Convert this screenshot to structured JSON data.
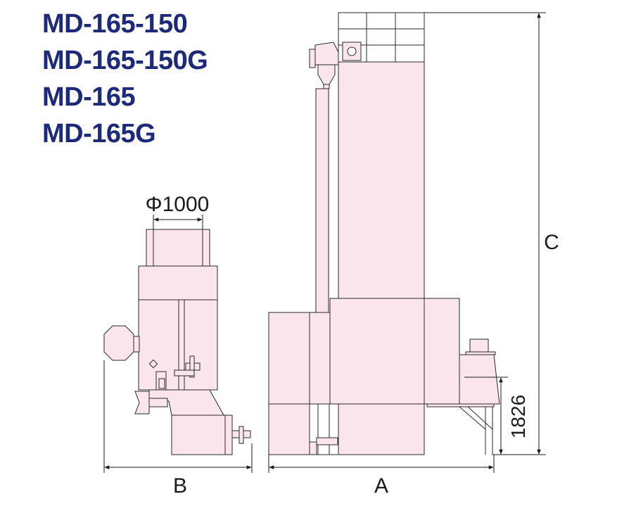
{
  "models": [
    "MD-165-150",
    "MD-165-150G",
    "MD-165",
    "MD-165G"
  ],
  "dimensions": {
    "diameter": "Φ1000",
    "width_side": "B",
    "width_front": "A",
    "height_total": "C",
    "height_outlet": "1826"
  },
  "colors": {
    "title": "#1d2a7a",
    "body_fill": "#fbe5ec",
    "outline": "#2a2a2a"
  }
}
